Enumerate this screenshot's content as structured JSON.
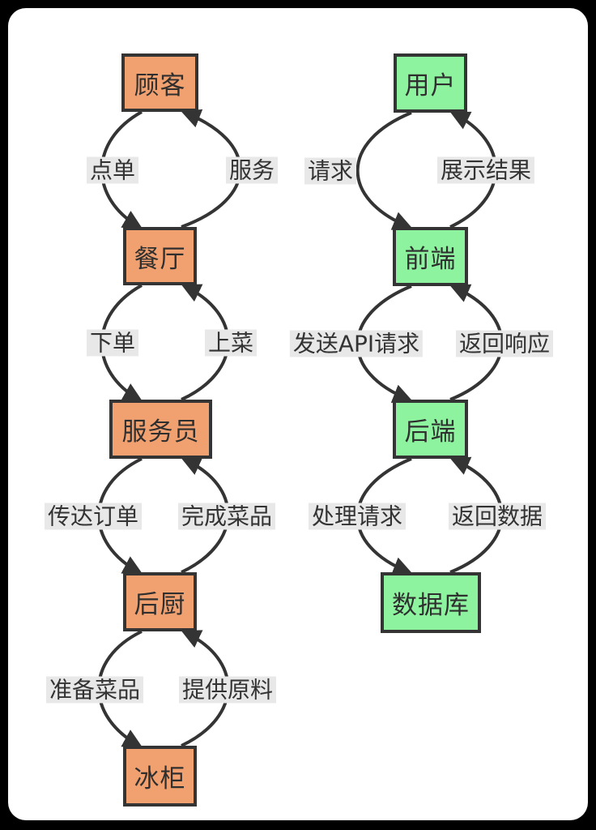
{
  "diagram": {
    "kind": "flowchart-comparison",
    "colors": {
      "left_node_fill": "#f1a170",
      "right_node_fill": "#8df39f",
      "node_border": "#343434",
      "edge_stroke": "#343434",
      "edge_label_bg": "#e8e8e8",
      "canvas_bg": "#ffffff",
      "frame_bg": "#000000"
    },
    "left": {
      "nodes": [
        {
          "id": "customer",
          "label": "顾客"
        },
        {
          "id": "restaurant",
          "label": "餐厅"
        },
        {
          "id": "waiter",
          "label": "服务员"
        },
        {
          "id": "kitchen",
          "label": "后厨"
        },
        {
          "id": "freezer",
          "label": "冰柜"
        }
      ],
      "edges": [
        {
          "from": "顾客",
          "to": "餐厅",
          "label": "点单"
        },
        {
          "from": "餐厅",
          "to": "顾客",
          "label": "服务"
        },
        {
          "from": "餐厅",
          "to": "服务员",
          "label": "下单"
        },
        {
          "from": "服务员",
          "to": "餐厅",
          "label": "上菜"
        },
        {
          "from": "服务员",
          "to": "后厨",
          "label": "传达订单"
        },
        {
          "from": "后厨",
          "to": "服务员",
          "label": "完成菜品"
        },
        {
          "from": "后厨",
          "to": "冰柜",
          "label": "准备菜品"
        },
        {
          "from": "冰柜",
          "to": "后厨",
          "label": "提供原料"
        }
      ]
    },
    "right": {
      "nodes": [
        {
          "id": "user",
          "label": "用户"
        },
        {
          "id": "frontend",
          "label": "前端"
        },
        {
          "id": "backend",
          "label": "后端"
        },
        {
          "id": "database",
          "label": "数据库"
        }
      ],
      "edges": [
        {
          "from": "用户",
          "to": "前端",
          "label": "请求"
        },
        {
          "from": "前端",
          "to": "用户",
          "label": "展示结果"
        },
        {
          "from": "前端",
          "to": "后端",
          "label": "发送API请求"
        },
        {
          "from": "后端",
          "to": "前端",
          "label": "返回响应"
        },
        {
          "from": "后端",
          "to": "数据库",
          "label": "处理请求"
        },
        {
          "from": "数据库",
          "to": "后端",
          "label": "返回数据"
        }
      ]
    }
  }
}
